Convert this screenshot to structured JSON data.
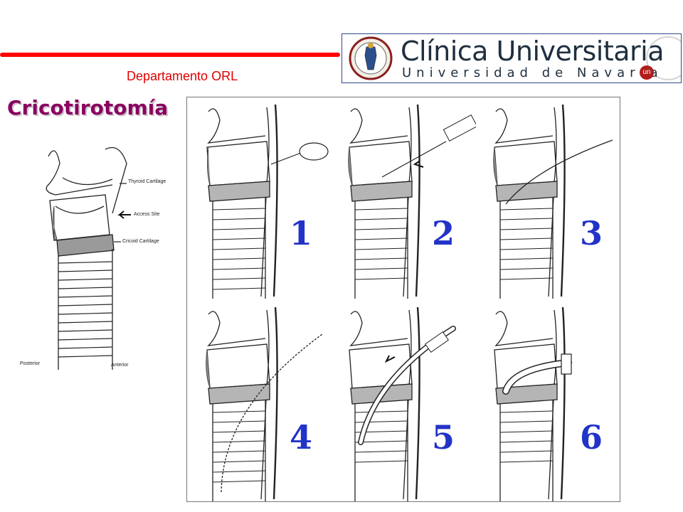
{
  "header": {
    "department": "Departamento ORL",
    "logo_title": "Clínica Universitaria",
    "logo_subtitle": "Universidad de Navarra",
    "logo_badge": "un"
  },
  "slide": {
    "title": "Cricotirotomía"
  },
  "anatomy_labels": {
    "thyroid": "Thyroid Cartilage",
    "access": "Access Site",
    "cricoid": "Cricoid Cartilage",
    "posterior": "Posterior",
    "anterior": "Anterior"
  },
  "steps": [
    "1",
    "2",
    "3",
    "4",
    "5",
    "6"
  ],
  "colors": {
    "accent_red": "#ff0000",
    "title_purple": "#8a0060",
    "step_blue": "#2233c8"
  }
}
